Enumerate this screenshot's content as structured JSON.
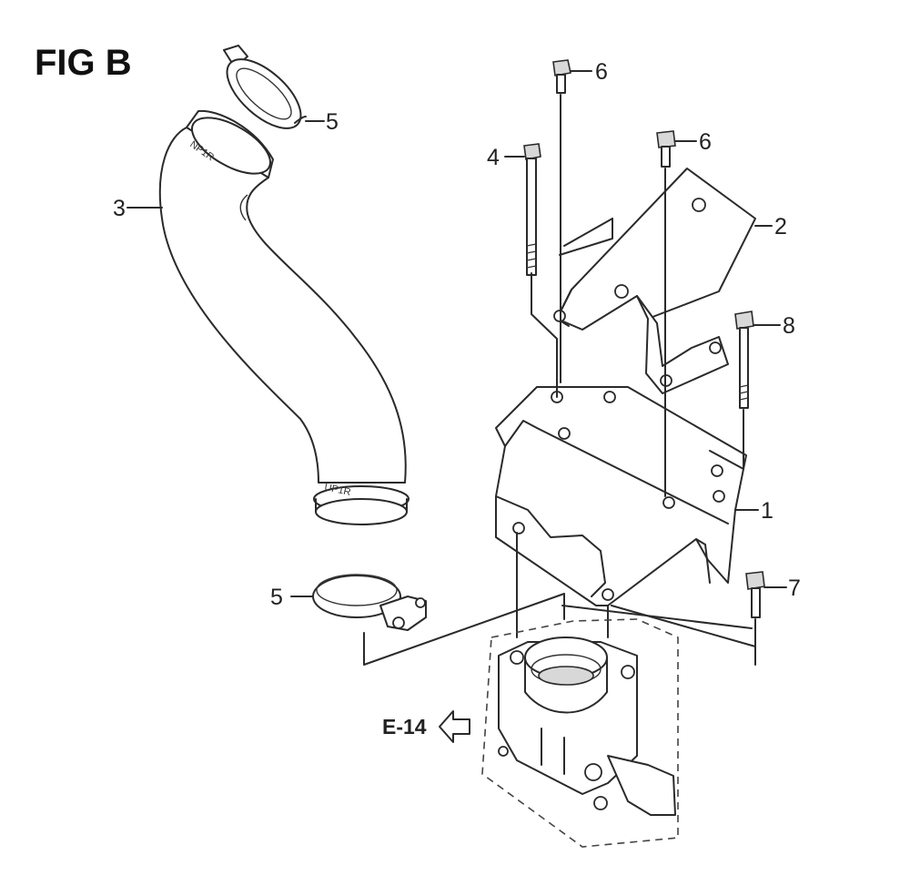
{
  "figure": {
    "title": "FIG B"
  },
  "callouts": {
    "p1": "1",
    "p2": "2",
    "p3": "3",
    "p4": "4",
    "p5_top": "5",
    "p5_bottom": "5",
    "p6_left": "6",
    "p6_right": "6",
    "p7": "7",
    "p8": "8"
  },
  "references": {
    "e14": "E-14"
  },
  "part_markings": {
    "hose_top": "NP1R",
    "hose_bottom": "UP1R"
  }
}
